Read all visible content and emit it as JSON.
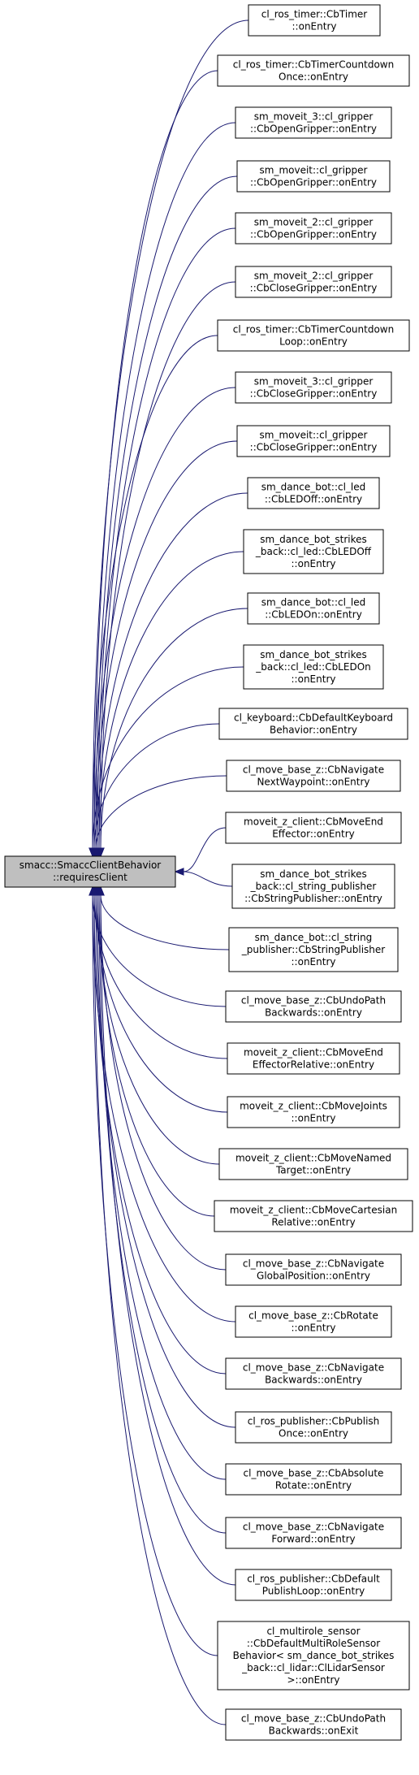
{
  "diagram": {
    "root": {
      "lines": [
        "smacc::SmaccClientBehavior",
        "::requiresClient"
      ]
    },
    "callers": [
      {
        "lines": [
          "cl_ros_timer::CbTimer",
          "::onEntry"
        ]
      },
      {
        "lines": [
          "cl_ros_timer::CbTimerCountdown",
          "Once::onEntry"
        ]
      },
      {
        "lines": [
          "sm_moveit_3::cl_gripper",
          "::CbOpenGripper::onEntry"
        ]
      },
      {
        "lines": [
          "sm_moveit::cl_gripper",
          "::CbOpenGripper::onEntry"
        ]
      },
      {
        "lines": [
          "sm_moveit_2::cl_gripper",
          "::CbOpenGripper::onEntry"
        ]
      },
      {
        "lines": [
          "sm_moveit_2::cl_gripper",
          "::CbCloseGripper::onEntry"
        ]
      },
      {
        "lines": [
          "cl_ros_timer::CbTimerCountdown",
          "Loop::onEntry"
        ]
      },
      {
        "lines": [
          "sm_moveit_3::cl_gripper",
          "::CbCloseGripper::onEntry"
        ]
      },
      {
        "lines": [
          "sm_moveit::cl_gripper",
          "::CbCloseGripper::onEntry"
        ]
      },
      {
        "lines": [
          "sm_dance_bot::cl_led",
          "::CbLEDOff::onEntry"
        ]
      },
      {
        "lines": [
          "sm_dance_bot_strikes",
          "_back::cl_led::CbLEDOff",
          "::onEntry"
        ]
      },
      {
        "lines": [
          "sm_dance_bot::cl_led",
          "::CbLEDOn::onEntry"
        ]
      },
      {
        "lines": [
          "sm_dance_bot_strikes",
          "_back::cl_led::CbLEDOn",
          "::onEntry"
        ]
      },
      {
        "lines": [
          "cl_keyboard::CbDefaultKeyboard",
          "Behavior::onEntry"
        ]
      },
      {
        "lines": [
          "cl_move_base_z::CbNavigate",
          "NextWaypoint::onEntry"
        ]
      },
      {
        "lines": [
          "moveit_z_client::CbMoveEnd",
          "Effector::onEntry"
        ]
      },
      {
        "lines": [
          "sm_dance_bot_strikes",
          "_back::cl_string_publisher",
          "::CbStringPublisher::onEntry"
        ]
      },
      {
        "lines": [
          "sm_dance_bot::cl_string",
          "_publisher::CbStringPublisher",
          "::onEntry"
        ]
      },
      {
        "lines": [
          "cl_move_base_z::CbUndoPath",
          "Backwards::onEntry"
        ]
      },
      {
        "lines": [
          "moveit_z_client::CbMoveEnd",
          "EffectorRelative::onEntry"
        ]
      },
      {
        "lines": [
          "moveit_z_client::CbMoveJoints",
          "::onEntry"
        ]
      },
      {
        "lines": [
          "moveit_z_client::CbMoveNamed",
          "Target::onEntry"
        ]
      },
      {
        "lines": [
          "moveit_z_client::CbMoveCartesian",
          "Relative::onEntry"
        ]
      },
      {
        "lines": [
          "cl_move_base_z::CbNavigate",
          "GlobalPosition::onEntry"
        ]
      },
      {
        "lines": [
          "cl_move_base_z::CbRotate",
          "::onEntry"
        ]
      },
      {
        "lines": [
          "cl_move_base_z::CbNavigate",
          "Backwards::onEntry"
        ]
      },
      {
        "lines": [
          "cl_ros_publisher::CbPublish",
          "Once::onEntry"
        ]
      },
      {
        "lines": [
          "cl_move_base_z::CbAbsolute",
          "Rotate::onEntry"
        ]
      },
      {
        "lines": [
          "cl_move_base_z::CbNavigate",
          "Forward::onEntry"
        ]
      },
      {
        "lines": [
          "cl_ros_publisher::CbDefault",
          "PublishLoop::onEntry"
        ]
      },
      {
        "lines": [
          "cl_multirole_sensor",
          "::CbDefaultMultiRoleSensor",
          "Behavior< sm_dance_bot_strikes",
          "_back::cl_lidar::ClLidarSensor",
          " >::onEntry"
        ]
      },
      {
        "lines": [
          "cl_move_base_z::CbUndoPath",
          "Backwards::onExit"
        ]
      }
    ]
  }
}
